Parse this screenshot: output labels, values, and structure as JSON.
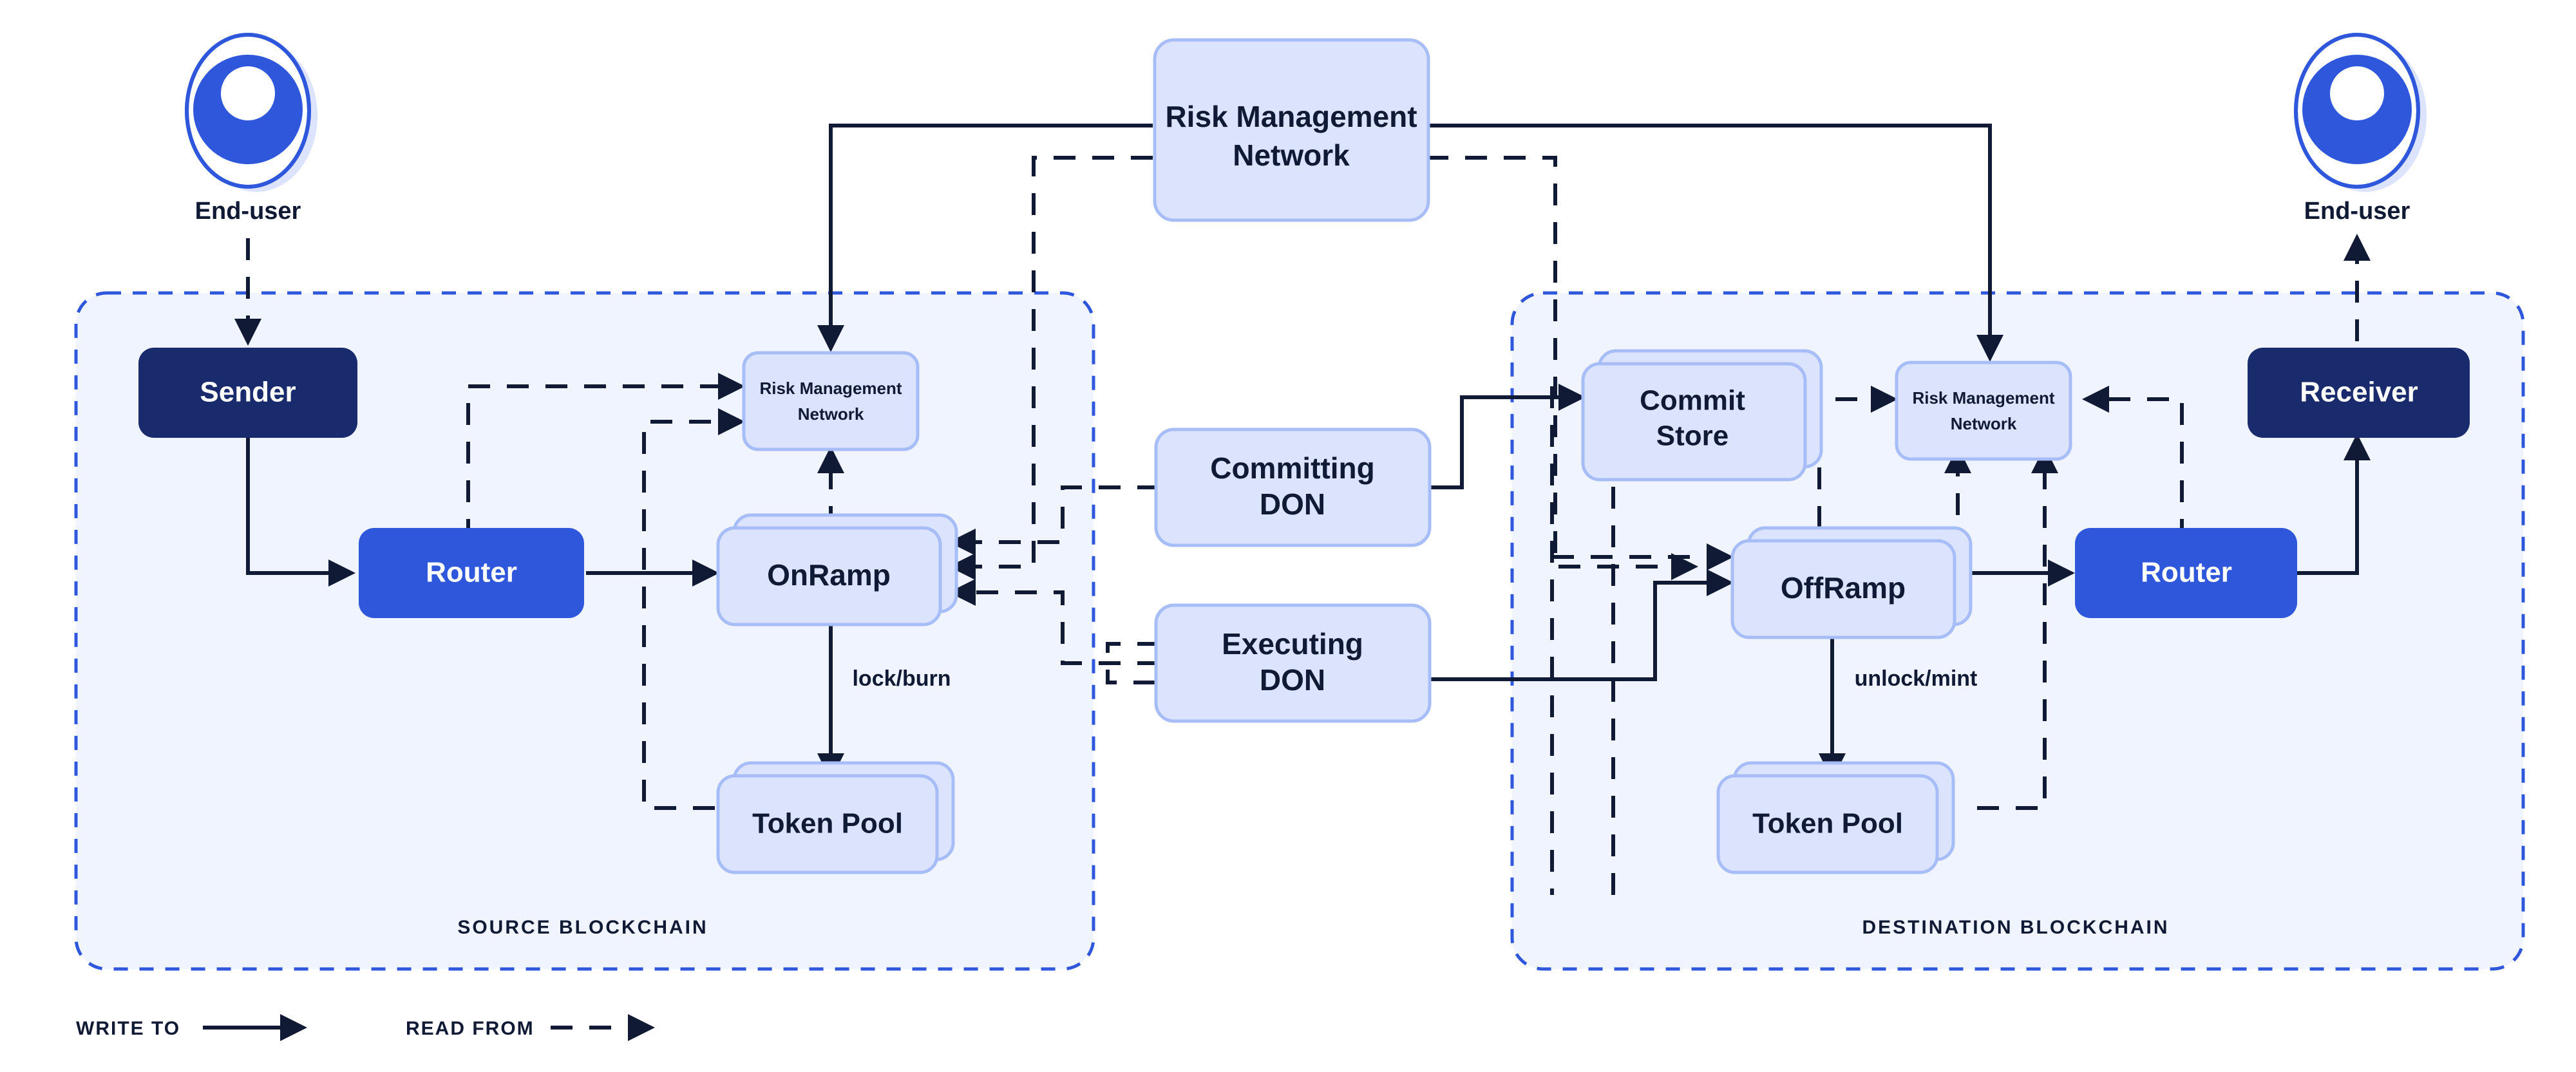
{
  "diagram": {
    "title": "CCIP cross-chain token transfer architecture",
    "colors": {
      "navy": "#1A2B6D",
      "blue": "#2E57DC",
      "card_fill": "#DCE4FD",
      "card_stroke": "#A7BDF8",
      "zone_fill": "#F0F4FE",
      "zone_stroke": "#2E57DC",
      "line": "#111A35",
      "page_bg": "#FFFFFF"
    },
    "actors": [
      {
        "id": "end-user-left",
        "label": "End-user",
        "icon": "user-avatar-icon"
      },
      {
        "id": "end-user-right",
        "label": "End-user",
        "icon": "user-avatar-icon"
      }
    ],
    "zones": [
      {
        "id": "source",
        "label": "SOURCE BLOCKCHAIN"
      },
      {
        "id": "destination",
        "label": "DESTINATION BLOCKCHAIN"
      }
    ],
    "nodes": {
      "sender": "Sender",
      "router_source": "Router",
      "rmn_source": "Risk  Management Network",
      "rmn_source_line1": "Risk  Management",
      "rmn_source_line2": "Network",
      "onramp": "OnRamp",
      "token_pool_source": "Token Pool",
      "rmn_top_line1": "Risk  Management",
      "rmn_top_line2": "Network",
      "committing_don_line1": "Committing",
      "committing_don_line2": "DON",
      "executing_don_line1": "Executing",
      "executing_don_line2": "DON",
      "commit_store_line1": "Commit",
      "commit_store_line2": "Store",
      "rmn_dest_line1": "Risk  Management",
      "rmn_dest_line2": "Network",
      "offramp": "OffRamp",
      "token_pool_dest": "Token Pool",
      "router_dest": "Router",
      "receiver": "Receiver"
    },
    "edge_labels": {
      "lock_burn": "lock/burn",
      "unlock_mint": "unlock/mint"
    },
    "legend": [
      {
        "id": "write-to",
        "label": "WRITE TO",
        "style": "solid-arrow"
      },
      {
        "id": "read-from",
        "label": "READ FROM",
        "style": "dashed-arrow"
      }
    ]
  }
}
